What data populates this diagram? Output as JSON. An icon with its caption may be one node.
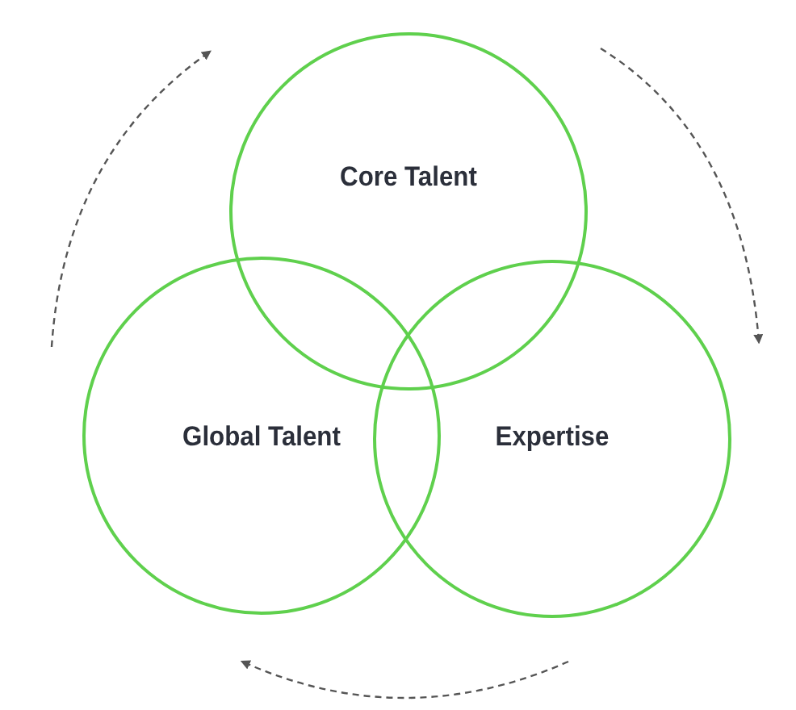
{
  "diagram": {
    "nodes": [
      {
        "text": [
          "Core Talent"
        ]
      },
      {
        "text": [
          "Global Talent"
        ]
      },
      {
        "text": [
          "Expertise"
        ]
      }
    ]
  }
}
